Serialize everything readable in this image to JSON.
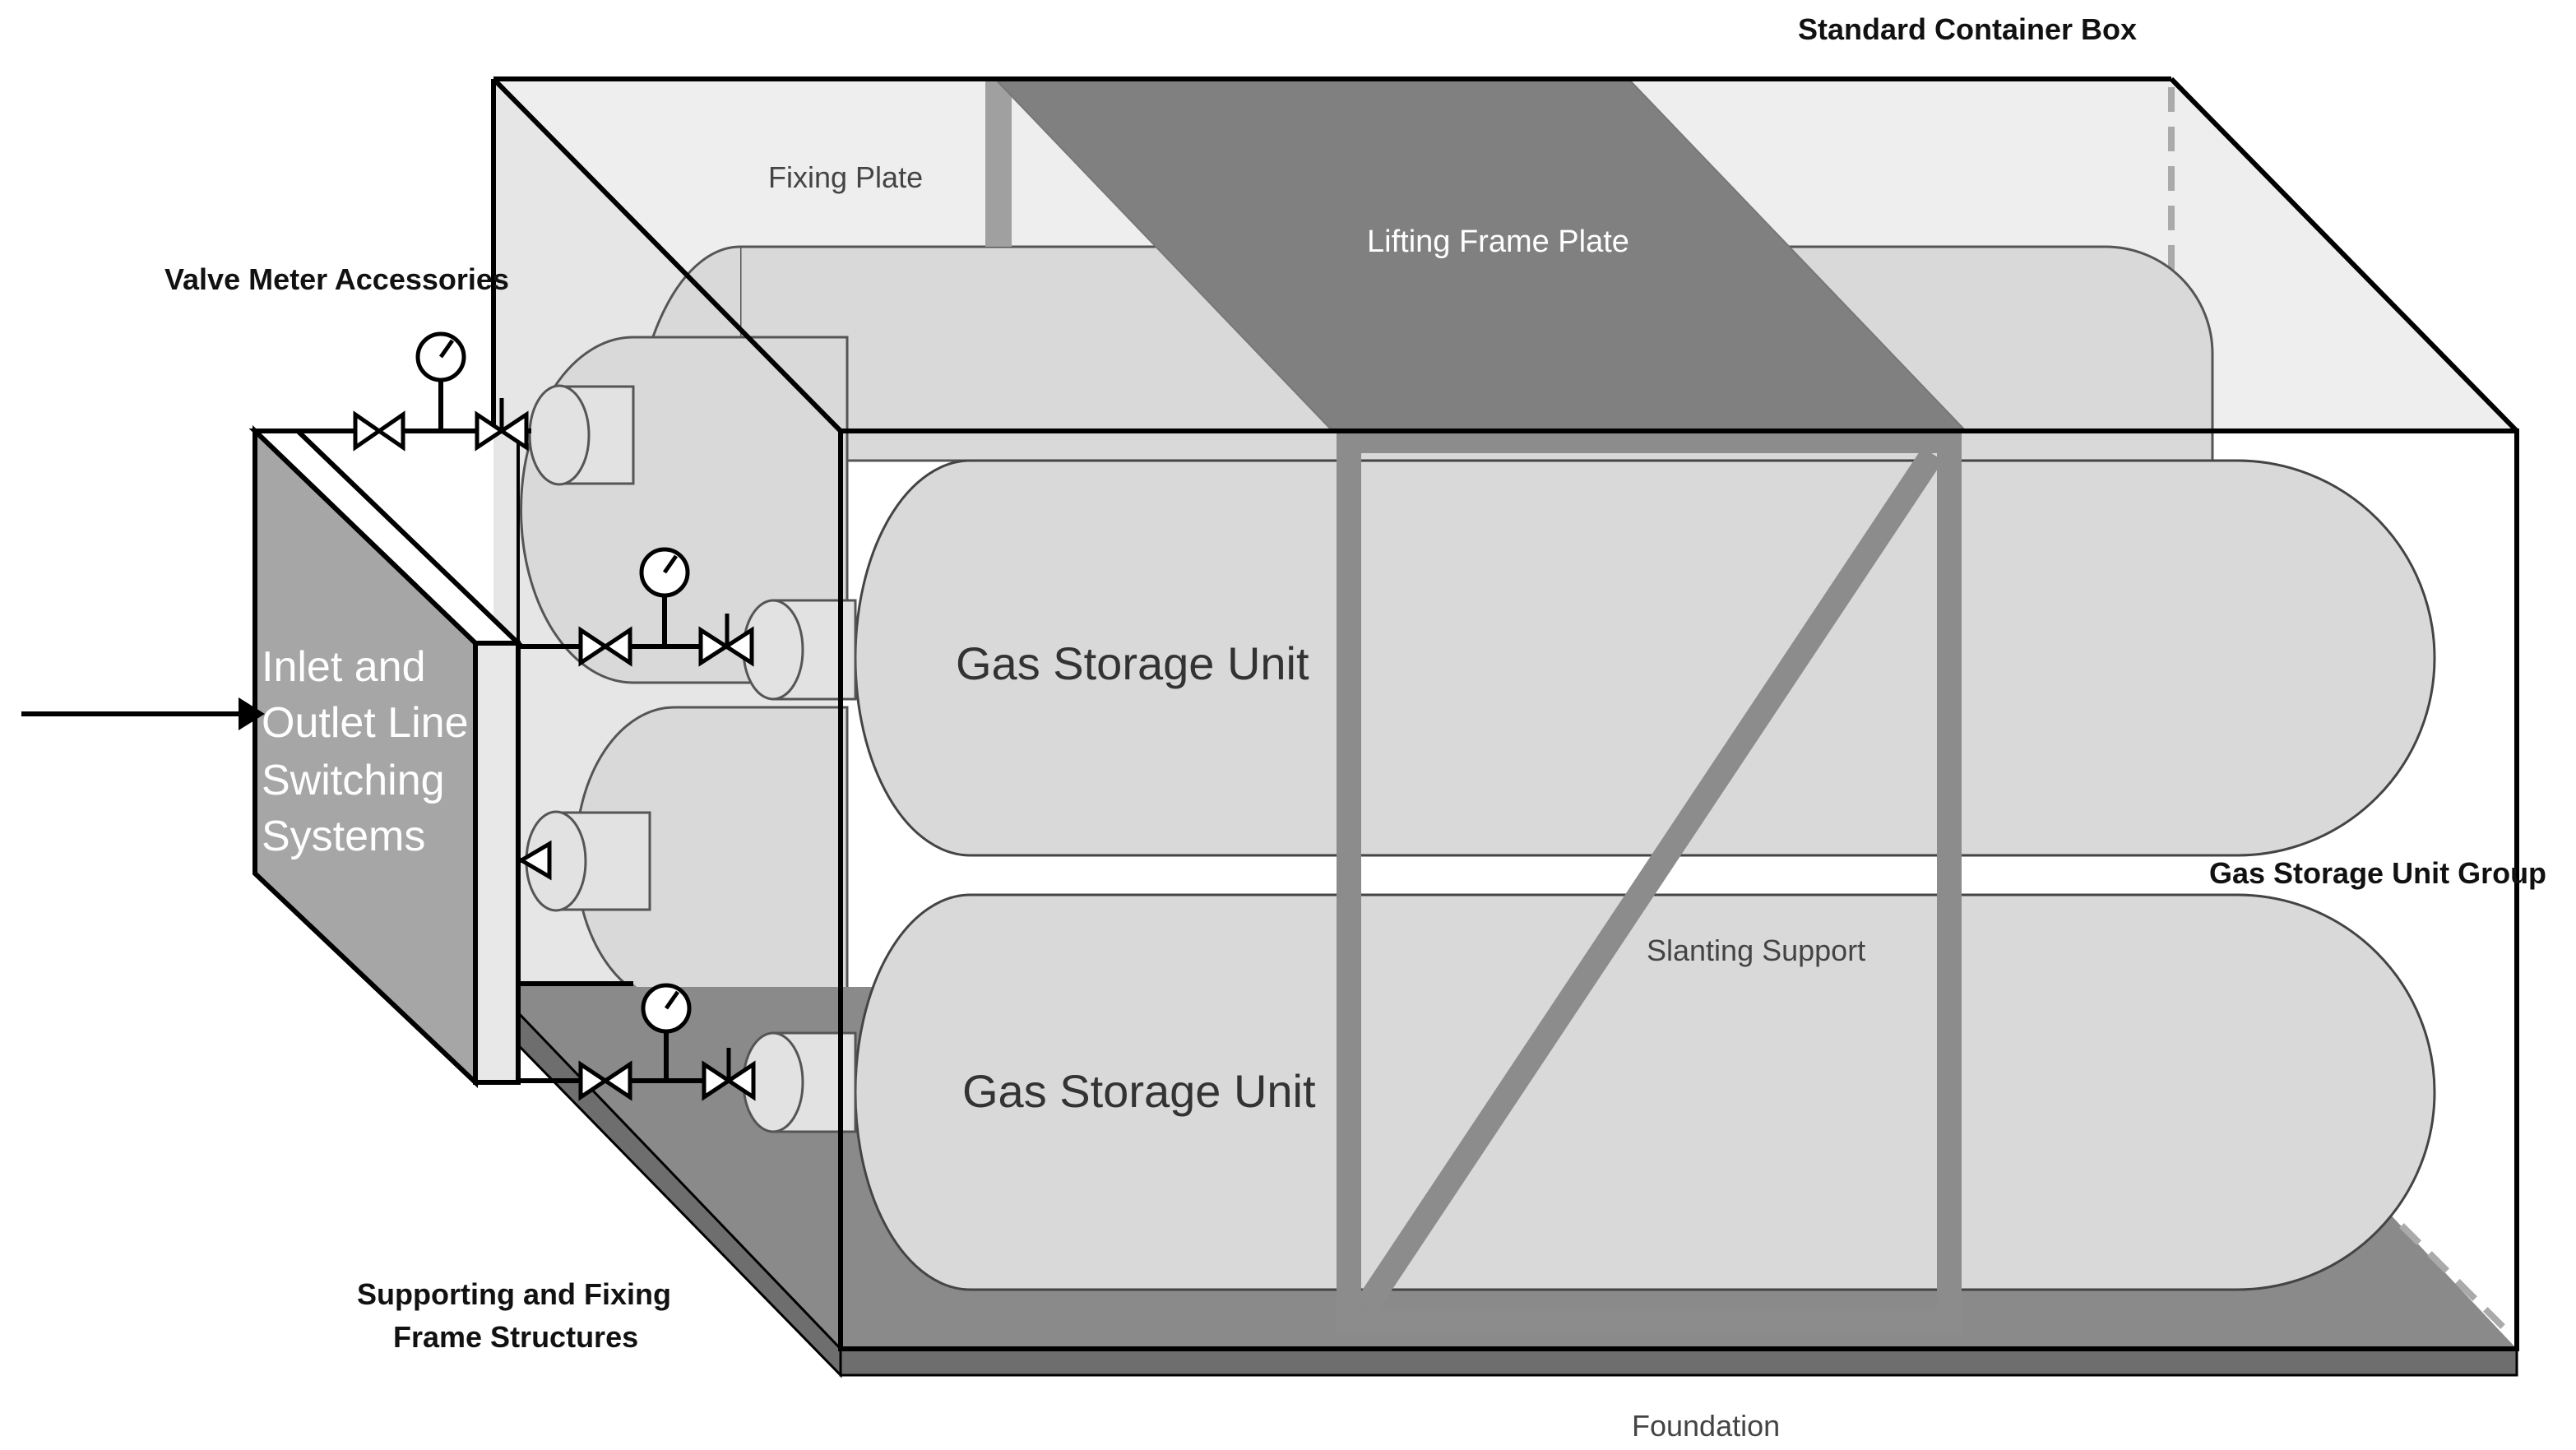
{
  "labels": {
    "standard_container_box": "Standard Container Box",
    "fixing_plate": "Fixing Plate",
    "lifting_frame_plate": "Lifting Frame Plate",
    "valve_meter_accessories": "Valve Meter Accessories",
    "inlet_outlet": [
      "Inlet and",
      "Outlet Line",
      "Switching",
      "Systems"
    ],
    "gas_storage_unit_top": "Gas Storage Unit",
    "gas_storage_unit_bottom": "Gas Storage Unit",
    "gas_storage_unit_group": "Gas Storage Unit Group",
    "slanting_support": "Slanting Support",
    "supporting_fixing": [
      "Supporting and Fixing",
      "Frame Structures"
    ],
    "foundation": "Foundation"
  },
  "icons": [
    "pressure-gauge-icon",
    "valve-icon",
    "arrow-icon"
  ],
  "colors": {
    "container_fill": "#ececec",
    "plate_dark": "#808080",
    "tank_fill": "#d9d9d9",
    "panel_dark": "#a6a6a6",
    "frame": "#8c8c8c",
    "outline": "#000000"
  }
}
